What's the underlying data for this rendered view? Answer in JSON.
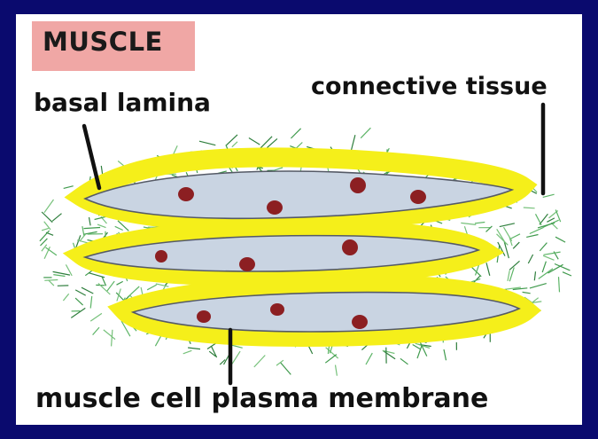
{
  "title": "MUSCLE",
  "labels": {
    "basal_lamina": "basal lamina",
    "connective_tissue": "connective tissue",
    "plasma_membrane": "muscle cell plasma membrane"
  },
  "colors": {
    "background": "#0a0a6e",
    "title_box": "#f0a7a5",
    "basal_lamina_glow": "#f5ef1a",
    "cell_fill": "#c9d4e2",
    "nucleus": "#8c1f22",
    "connective_fibers": "#4fa35a"
  }
}
